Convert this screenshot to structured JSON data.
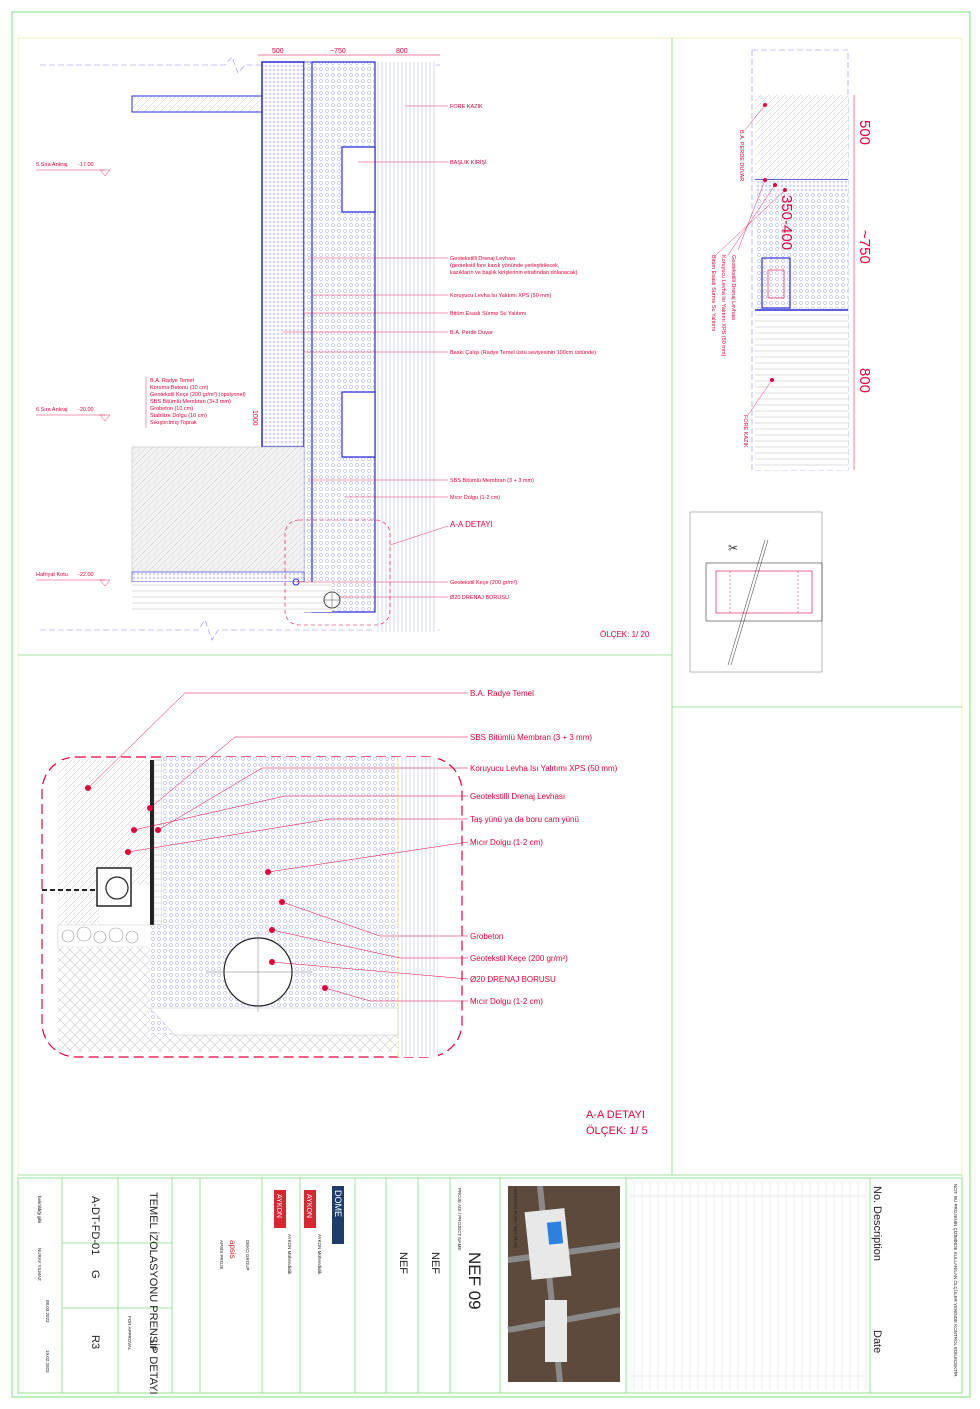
{
  "colors": {
    "frame": "#7fe07f",
    "annotation": "#e2003b",
    "structure": "#2b2bd6",
    "hatch": "#9aa0e6",
    "soil": "#c8c8c8",
    "text": "#222222"
  },
  "section_aa_scale_20": {
    "dims_top": [
      "500",
      "~750",
      "800"
    ],
    "level_1": {
      "label": "5.Sıra Ankraj",
      "value": "-17.00"
    },
    "level_2": {
      "label": "6.Sıra Ankraj",
      "value": "-20.00"
    },
    "level_3": {
      "label": "Hafriyat Kotu",
      "value": "-22.00"
    },
    "labels_right": [
      "FORE KAZIK",
      "BAŞLIK KİRİŞİ",
      "Geotekstilli Drenaj Levhası",
      "(geotekstil fore kazık yönünde yerleştirilecek,",
      "kazıkların ve başlık kirişlerinin etrafından dolanacak)",
      "Koruyucu Levha Isı Yalıtımı XPS (50 mm)",
      "Bitüm Esaslı Sürme Su Yalıtımı",
      "B.A. Perde Duvar",
      "Baskı Çalışı (Radye Temel üstü seviyesinin 100cm üstünde)",
      "SBS Bitümlü Membran (3 + 3 mm)",
      "Mıcır Dolgu (1-2 cm)",
      "Geotekstil Keçe (200 gr/m²)",
      "Ø20 DRENAJ BORUSU"
    ],
    "labels_left": [
      "B.A. Radye Temel",
      "Koruma Betonu (10 cm)",
      "Geotekstil Keçe (200 gr/m²) (opsiyonel)",
      "SBS Bitümlü Membran (3+3 mm)",
      "Grobeton (10 cm)",
      "Stabilize Dolgu (10 cm)",
      "Sıkıştırılmış Toprak"
    ],
    "dim_vertical": "1000",
    "detail_title": "A-A DETAYI",
    "scale": "ÖLÇEK: 1/ 20"
  },
  "plan_detail": {
    "dims": [
      "500",
      "350-400",
      "~750",
      "800"
    ],
    "labels": [
      "B.A. PERDE DUVAR",
      "Geotekstilli Drenaj Levhası",
      "Koruyucu Levha Isı Yalıtımı XPS (50 mm)",
      "Bitüm Esaslı Sürme Su Yalıtımı",
      "FORE KAZIK"
    ]
  },
  "detail_aa_scale_5": {
    "labels": [
      "B.A. Radye Temel",
      "SBS Bitümlü Membran (3 + 3 mm)",
      "Koruyucu Levha Isı Yalıtımı XPS (50 mm)",
      "Geotekstilli Drenaj Levhası",
      "Taş yünü ya da boru cam yünü",
      "Mıcır Dolgu (1-2 cm)",
      "Grobeton",
      "Geotekstil Keçe (200 gr/m²)",
      "Ø20 DRENAJ BORUSU",
      "Mıcır Dolgu (1-2 cm)"
    ],
    "title": "A-A DETAYI",
    "scale": "ÖLÇEK: 1/ 5"
  },
  "title_block": {
    "drawing_title": "TEMEL İZOLASYONU PRENSİP DETAYI",
    "drawing_no": "A-DT-FD-01",
    "status_label": "FOR APPROVAL",
    "status_code": "G",
    "revision": "R3",
    "phase": "UP",
    "scale_label": "belirtildiği gibi",
    "drawn_by": "NURAY YILMAZ",
    "date_1": "08.03.2023",
    "date_2": "19.02.2023",
    "company_1": "AYKON Mühendislik",
    "company_2": "AYKON Mühendislik",
    "brand_1": "AYKON",
    "brand_2": "AYKON",
    "company_3": "DEKO GROUP",
    "company_4": "APSİS PROJE",
    "brand_3": "apsis",
    "brand_4": "DOME",
    "owner": "NEF",
    "builder": "NEF",
    "project": "NEF 09",
    "project_label": "PROJE ADI / PROJECT NAME",
    "key_plan_label": "ANAHTAR PLAN / KEY PLAN",
    "rev_no": "No.",
    "rev_desc": "Description",
    "rev_date": "Date",
    "note_label": "NOT:",
    "note_text": "BU PROJENİN ÇİZİMİNDE KULLANILAN ÖLÇÜLER YERİNDE KONTROL EDİLECEKTİR."
  }
}
